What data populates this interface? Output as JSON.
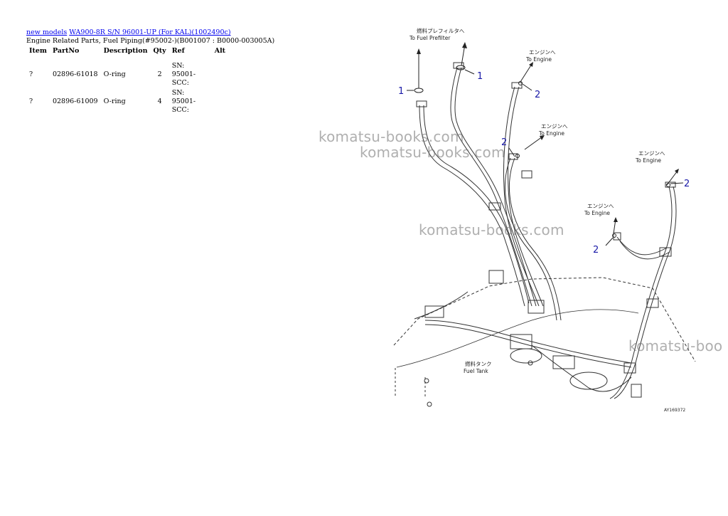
{
  "header": {
    "breadcrumbs": [
      "new models",
      "WA900-8R S/N 96001-UP (For KAL)(1002490c)"
    ],
    "subtitle": "Engine Related Parts, Fuel Piping(#95002-)(B001007 : B0000-003005A)"
  },
  "table": {
    "columns": [
      "Item",
      "PartNo",
      "Description",
      "Qty",
      "Ref",
      "Alt"
    ],
    "rows": [
      {
        "item": "?",
        "partno": "02896-61018",
        "description": "O-ring",
        "qty": "2",
        "ref": "SN: 95001-SCC:",
        "alt": ""
      },
      {
        "item": "?",
        "partno": "02896-61009",
        "description": "O-ring",
        "qty": "4",
        "ref": "SN: 95001-SCC:",
        "alt": ""
      }
    ]
  },
  "diagram": {
    "labels": {
      "prefilter_jp": "燃料プレフィルタへ",
      "prefilter_en": "To Fuel Prefilter",
      "engine_jp": "エンジンへ",
      "engine_en": "To Engine",
      "tank_jp": "燃料タンク",
      "tank_en": "Fuel Tank",
      "drawing_no": "AY169372"
    },
    "callouts": [
      "1",
      "1",
      "2",
      "2",
      "2",
      "2"
    ],
    "watermark": "komatsu-books.com",
    "watermark_cut": "komatsu-boo",
    "callout_color": "#1a1aa8"
  }
}
